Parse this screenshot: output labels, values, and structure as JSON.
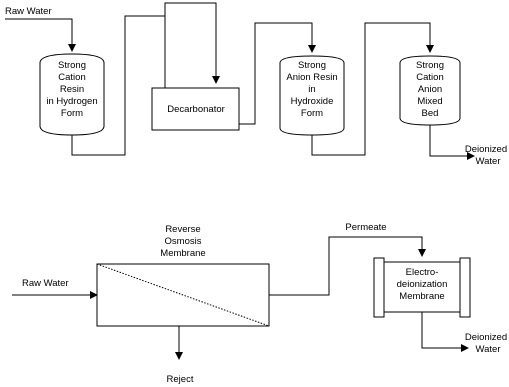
{
  "diagram_top": {
    "raw_water": "Raw Water",
    "vessel1": [
      "Strong",
      "Cation",
      "Resin",
      "in Hydrogen",
      "Form"
    ],
    "decarbonator": "Decarbonator",
    "vessel2": [
      "Strong",
      "Anion Resin",
      "in",
      "Hydroxide",
      "Form"
    ],
    "vessel3": [
      "Strong",
      "Cation",
      "Anion",
      "Mixed",
      "Bed"
    ],
    "output": [
      "Deionized",
      "Water"
    ]
  },
  "diagram_bottom": {
    "raw_water": "Raw Water",
    "ro_label": [
      "Reverse",
      "Osmosis",
      "Membrane"
    ],
    "permeate": "Permeate",
    "edi": [
      "Electro-",
      "deionization",
      "Membrane"
    ],
    "output": [
      "Deionized",
      "Water"
    ],
    "reject": "Reject"
  }
}
